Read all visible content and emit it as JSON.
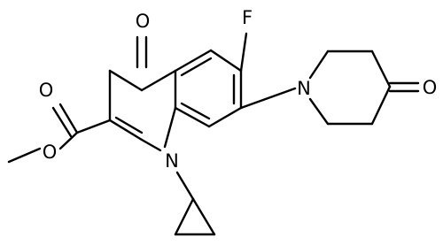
{
  "molecule": {
    "atoms": {
      "fluorine": "F",
      "ketone_oxygen": "O",
      "quinoline_nitrogen": "N",
      "piperidine_nitrogen": "N",
      "piperidinone_oxygen": "O",
      "ester_carbonyl_oxygen": "O",
      "ester_ether_oxygen": "O"
    }
  }
}
